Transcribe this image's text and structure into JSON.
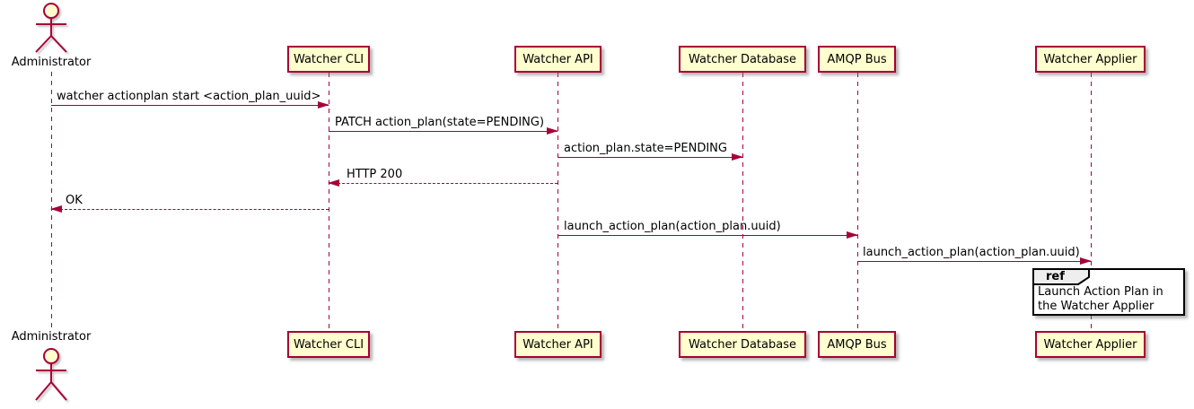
{
  "diagram": {
    "type": "sequence",
    "actor": {
      "name": "Administrator"
    },
    "participants": [
      {
        "label": "Watcher CLI"
      },
      {
        "label": "Watcher API"
      },
      {
        "label": "Watcher Database"
      },
      {
        "label": "AMQP Bus"
      },
      {
        "label": "Watcher Applier"
      }
    ],
    "messages": [
      {
        "text": "watcher actionplan start <action_plan_uuid>",
        "from": "Administrator",
        "to": "Watcher CLI",
        "arrow": "solid"
      },
      {
        "text": "PATCH action_plan(state=PENDING)",
        "from": "Watcher CLI",
        "to": "Watcher API",
        "arrow": "solid"
      },
      {
        "text": "action_plan.state=PENDING",
        "from": "Watcher API",
        "to": "Watcher Database",
        "arrow": "solid"
      },
      {
        "text": "HTTP 200",
        "from": "Watcher API",
        "to": "Watcher CLI",
        "arrow": "dashed"
      },
      {
        "text": "OK",
        "from": "Watcher CLI",
        "to": "Administrator",
        "arrow": "dashed"
      },
      {
        "text": "launch_action_plan(action_plan.uuid)",
        "from": "Watcher API",
        "to": "AMQP Bus",
        "arrow": "solid"
      },
      {
        "text": "launch_action_plan(action_plan.uuid)",
        "from": "AMQP Bus",
        "to": "Watcher Applier",
        "arrow": "solid"
      }
    ],
    "ref": {
      "keyword": "ref",
      "text": "Launch Action Plan in the Watcher Applier",
      "over": "Watcher Applier"
    },
    "colors": {
      "participant_fill": "#FEFECE",
      "line_and_border": "#A80036",
      "text": "#000000",
      "ref_border": "#000000",
      "ref_header_fill": "#EEEEEE",
      "background": "#FFFFFF"
    }
  }
}
